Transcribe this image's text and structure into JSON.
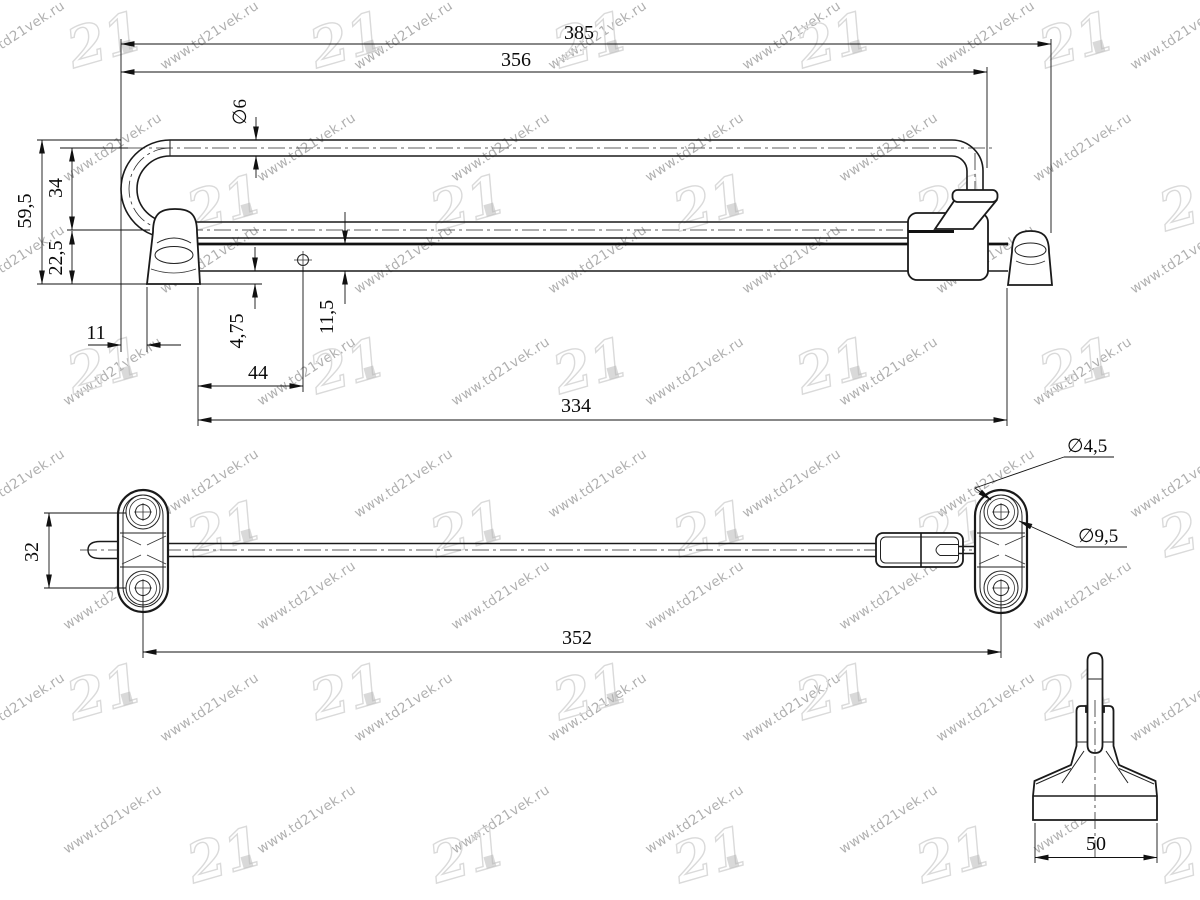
{
  "watermark": {
    "url_text": "www.td21vek.ru",
    "logo_text": "21"
  },
  "dims": {
    "front": {
      "overall_length": "385",
      "rail_length": "356",
      "rod_diameter": "∅6",
      "total_height": "59,5",
      "rail_spacing": "34",
      "base_height": "22,5",
      "end_offset": "11",
      "base_lip": "4,75",
      "channel_height": "11,5",
      "screw_hole_offset": "44",
      "mounting_length": "334"
    },
    "plan": {
      "screw_spacing": "32",
      "bracket_span": "352",
      "screw_hole_diameter": "∅4,5",
      "screw_boss_diameter": "∅9,5"
    },
    "end": {
      "base_width": "50"
    }
  }
}
